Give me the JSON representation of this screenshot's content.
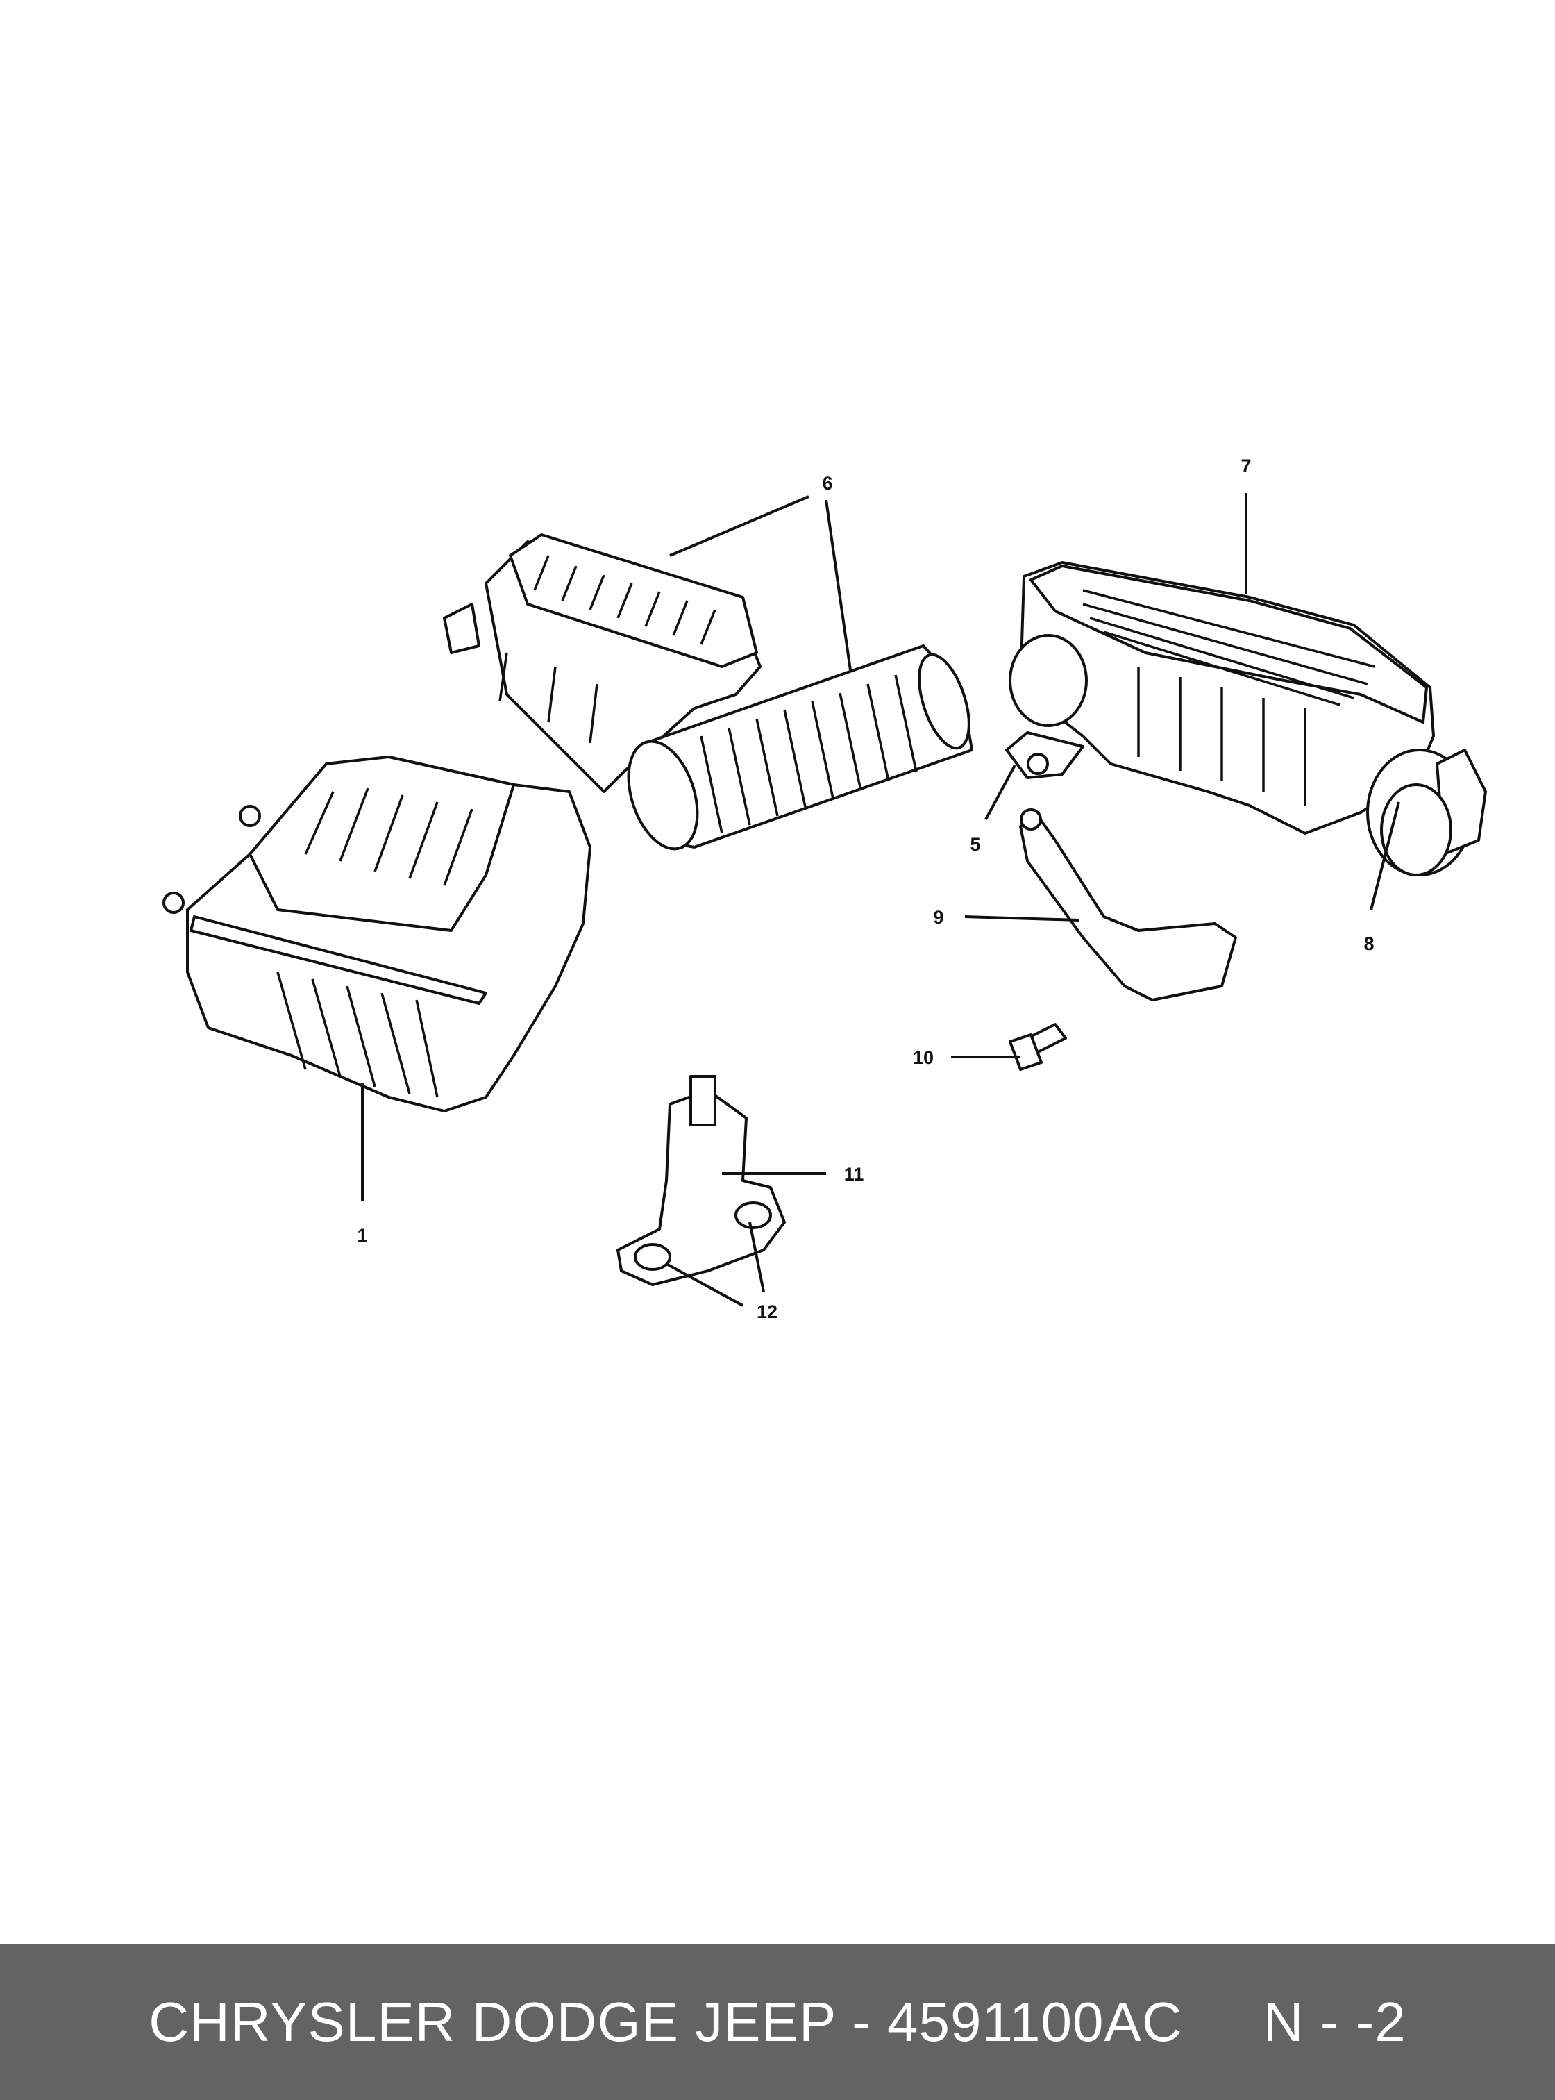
{
  "callouts": {
    "c1": "1",
    "c5": "5",
    "c6": "6",
    "c7": "7",
    "c8": "8",
    "c9": "9",
    "c10": "10",
    "c11": "11",
    "c12": "12"
  },
  "footer": {
    "text": "CHRYSLER DODGE JEEP - 4591100AC     N - -2"
  },
  "colors": {
    "footer_bg": "#636363",
    "footer_text": "#ffffff",
    "line": "#111111"
  }
}
